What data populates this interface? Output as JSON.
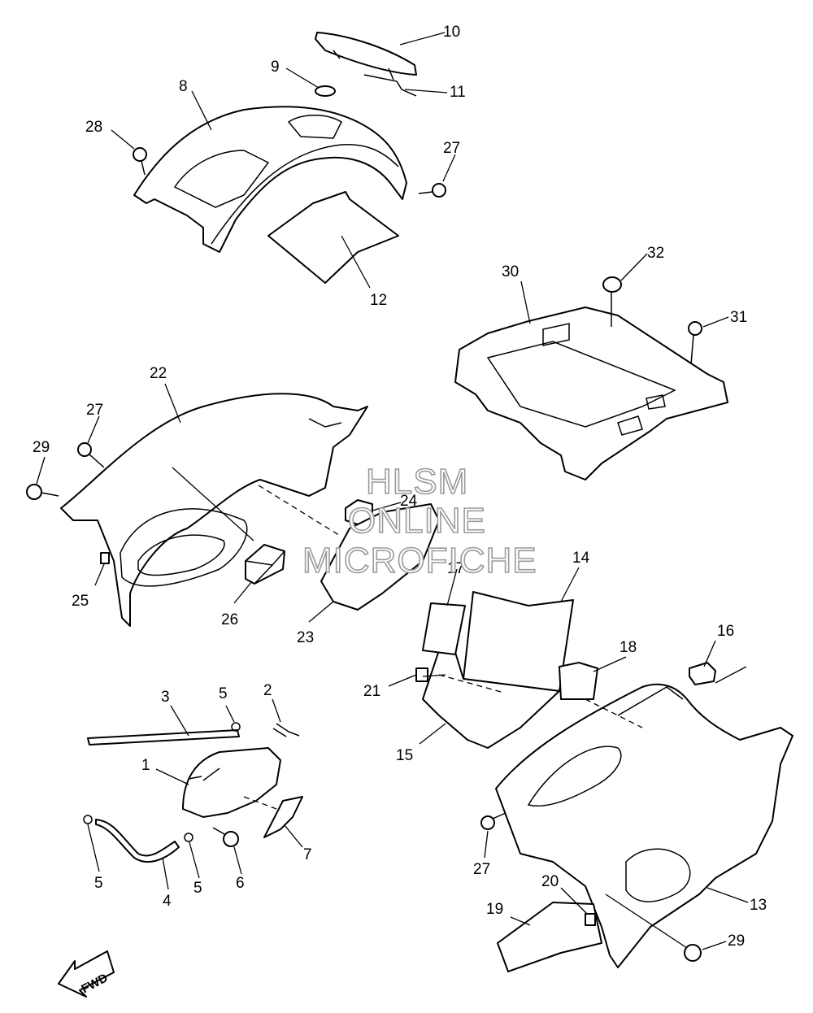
{
  "watermark": {
    "line1": "HLSM",
    "line2": "ONLINE",
    "line3": "MICROFICHE"
  },
  "direction_label": "FWD",
  "callouts": {
    "c1": "1",
    "c2": "2",
    "c3": "3",
    "c4": "4",
    "c5a": "5",
    "c5b": "5",
    "c5c": "5",
    "c6": "6",
    "c7": "7",
    "c8": "8",
    "c9": "9",
    "c10": "10",
    "c11": "11",
    "c12": "12",
    "c13": "13",
    "c14": "14",
    "c15": "15",
    "c16": "16",
    "c17": "17",
    "c18": "18",
    "c19": "19",
    "c20": "20",
    "c21": "21",
    "c22": "22",
    "c23": "23",
    "c24": "24",
    "c25": "25",
    "c26": "26",
    "c27a": "27",
    "c27b": "27",
    "c27c": "27",
    "c28": "28",
    "c29a": "29",
    "c29b": "29",
    "c30": "30",
    "c31": "31",
    "c32": "32"
  }
}
